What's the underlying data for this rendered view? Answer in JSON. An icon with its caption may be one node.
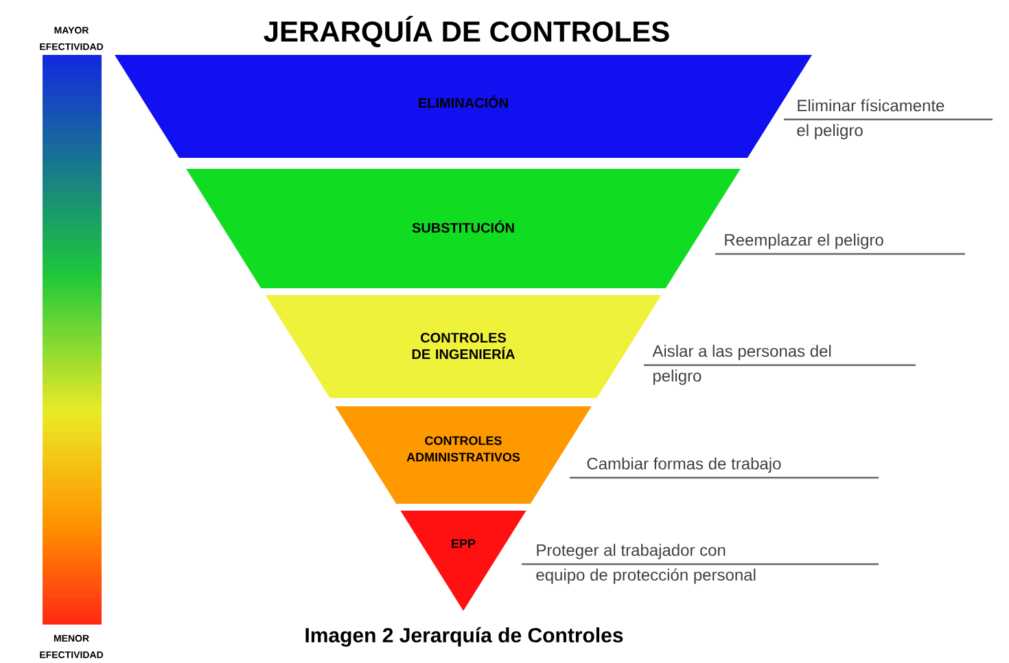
{
  "diagram": {
    "title": "JERARQUÍA DE CONTROLES",
    "caption": "Imagen 2 Jerarquía de Controles",
    "nodes": [
      {
        "text": [
          "ELIMINACIÓN"
        ],
        "beside": [
          "Eliminar físicamente el peligro"
        ]
      },
      {
        "text": [
          "SUBSTITUCIÓN"
        ],
        "beside": [
          "Reemplazar el peligro"
        ]
      },
      {
        "text": [
          "CONTROLES DE INGENIERÍA"
        ],
        "beside": [
          "Aislar a las personas del peligro"
        ]
      },
      {
        "text": [
          "CONTROLES ADMINISTRATIVOS"
        ],
        "beside": [
          "Cambiar formas de trabajo"
        ]
      },
      {
        "text": [
          "EPP"
        ],
        "beside": [
          "Proteger al trabajador con equipo de protección personal"
        ]
      }
    ],
    "labels": [
      "MAYOR EFECTIVIDAD",
      "MENOR EFECTIVIDAD"
    ]
  }
}
